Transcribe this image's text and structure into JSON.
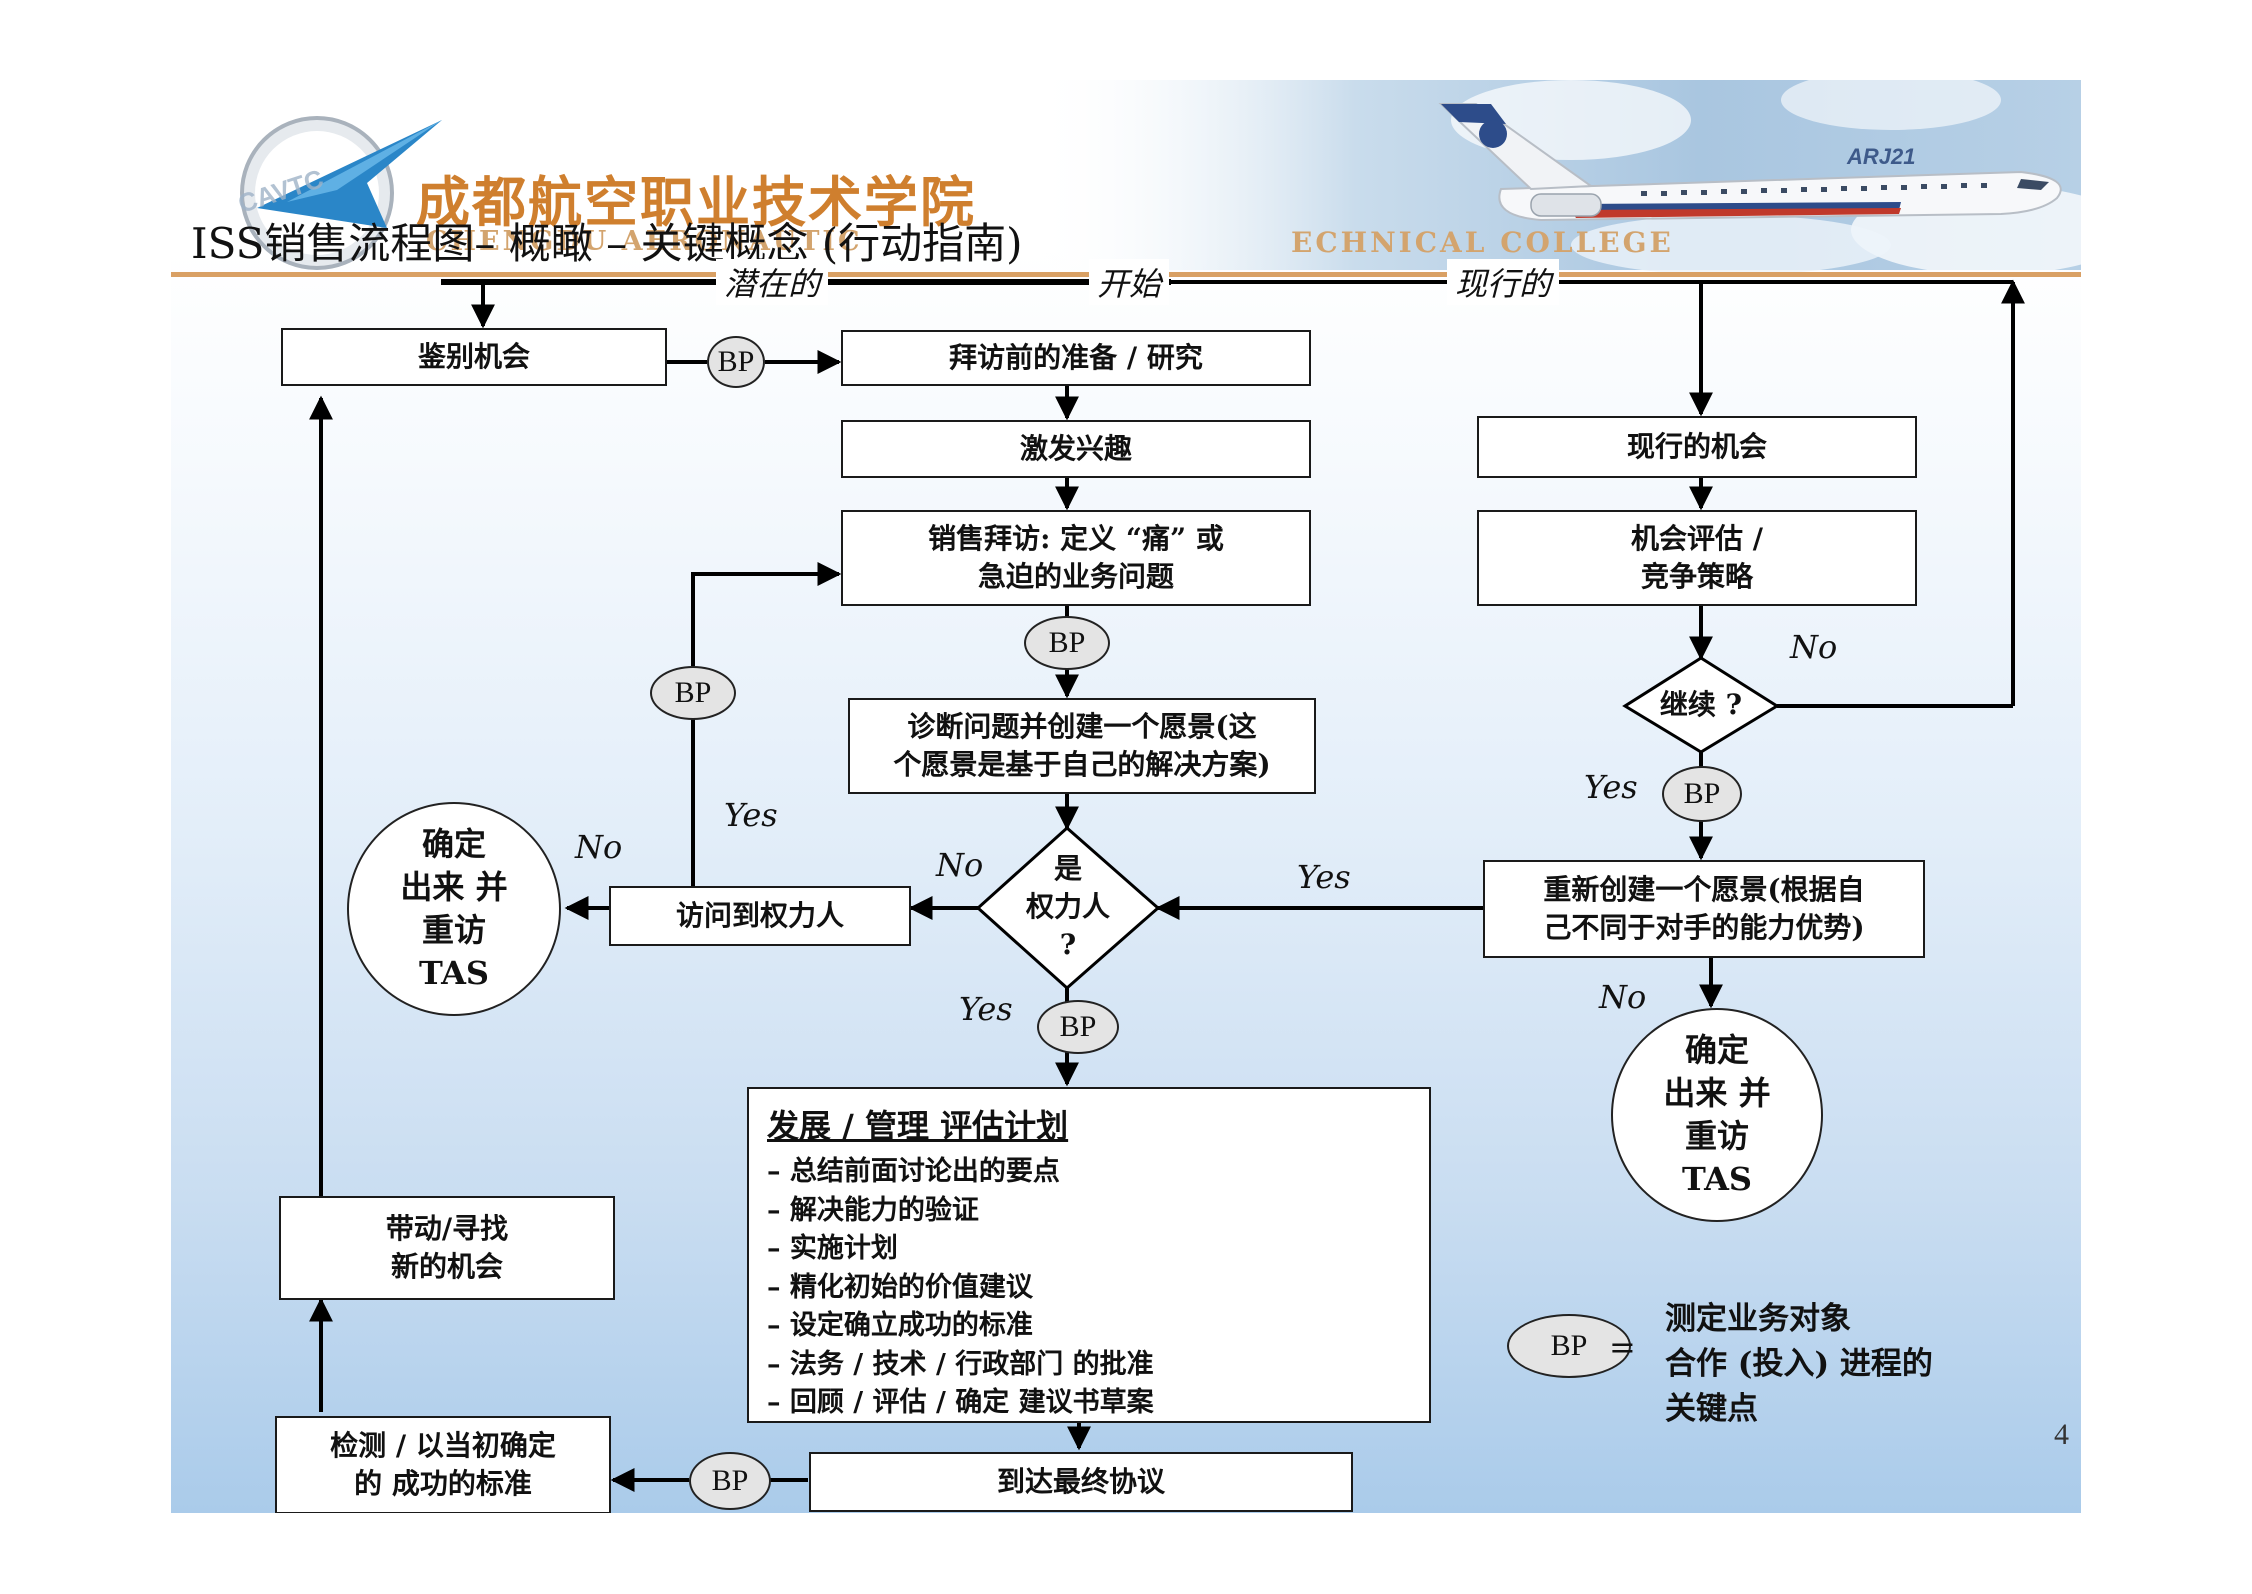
{
  "header": {
    "school_cn": "成都航空职业技术学院",
    "school_en_left": "CHENGDU AERONAUTIC",
    "school_en_right": "ECHNICAL COLLEGE",
    "logo_text": "CAVTC",
    "plane_label": "ARJ21"
  },
  "title": "ISS销售流程图– 概瞰 – 关键概念 (行动指南)",
  "top_labels": {
    "potential": "潜在的",
    "start": "开始",
    "current": "现行的"
  },
  "boxes": {
    "identify": "鉴别机会",
    "pre_call": "拜访前的准备 / 研究",
    "interest": "激发兴趣",
    "sales_call": "销售拜访: 定义 “痛” 或\n急迫的业务问题",
    "diagnose": "诊断问题并创建一个愿景(这\n个愿景是基于自己的解决方案)",
    "current_opp": "现行的机会",
    "evaluate": "机会评估 /\n竞争策略",
    "recreate": "重新创建一个愿景(根据自\n己不同于对手的能力优势)",
    "access_power": "访问到权力人",
    "drive": "带动/寻找\n新的机会",
    "check": "检测 / 以当初确定\n的 成功的标准",
    "final": "到达最终协议"
  },
  "decisions": {
    "power": "是\n权力人\n?",
    "continue": "继续 ?"
  },
  "circles": {
    "tas_left": "确定\n出来 并\n重访\nTAS",
    "tas_right": "确定\n出来 并\n重访\nTAS"
  },
  "bp_label": "BP",
  "flow_labels": {
    "no_continue": "No",
    "yes_continue": "Yes",
    "yes_recreate": "Yes",
    "no_power": "No",
    "yes_power": "Yes",
    "yes_access": "Yes",
    "no_access": "No",
    "no_recreate": "No"
  },
  "plan": {
    "title": "发展 / 管理 评估计划",
    "items": [
      "– 总结前面讨论出的要点",
      "– 解决能力的验证",
      "– 实施计划",
      "– 精化初始的价值建议",
      "– 设定确立成功的标准",
      "– 法务 / 技术 / 行政部门 的批准",
      "– 回顾 / 评估 / 确定 建议书草案"
    ]
  },
  "legend": {
    "bp": "BP",
    "eq": "=",
    "text": "测定业务对象\n合作 (投入) 进程的\n关键点"
  },
  "page_number": "4",
  "colors": {
    "school": "#cf7f2e",
    "header_rule": "#d9a064",
    "bp_fill": "#e4e4e4",
    "logo_blue": "#2a86c8"
  }
}
